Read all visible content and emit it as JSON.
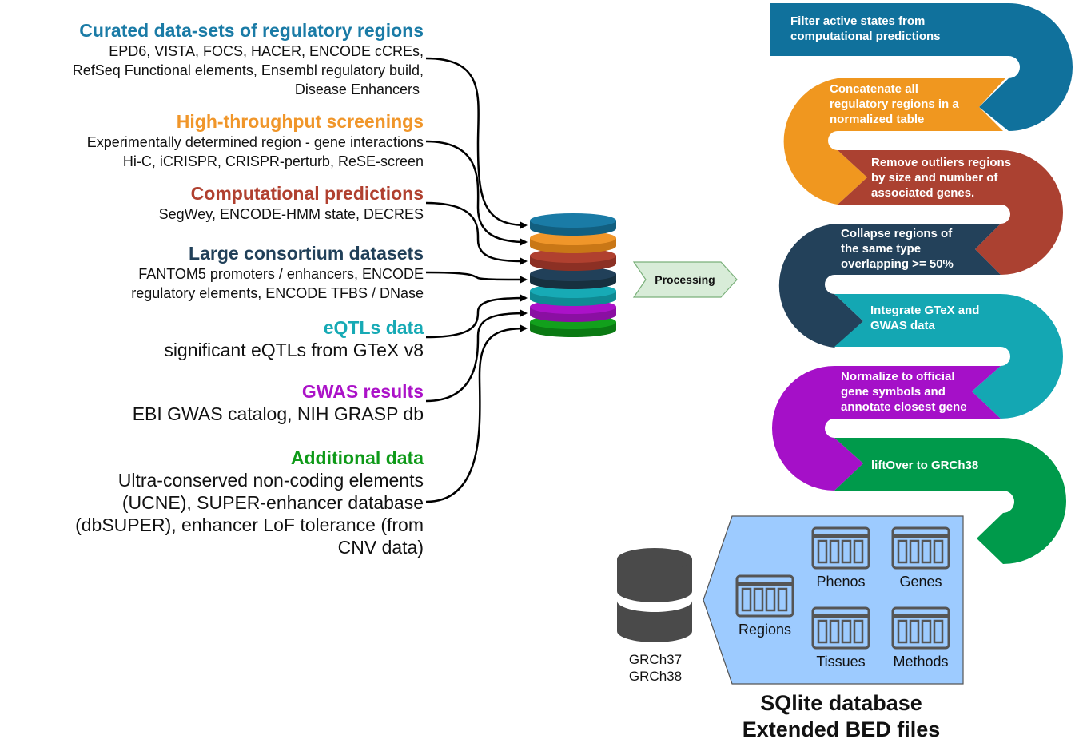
{
  "sources": [
    {
      "title": "Curated data-sets of regulatory regions",
      "color": "#1a7ba6",
      "lines": [
        "EPD6, VISTA, FOCS, HACER, ENCODE cCREs,",
        "RefSeq Functional elements, Ensembl regulatory build,",
        "Disease Enhancers "
      ]
    },
    {
      "title": "High-throughput screenings",
      "color": "#f0962a",
      "lines": [
        "Experimentally determined region - gene interactions",
        "Hi-C, iCRISPR, CRISPR-perturb, ReSE-screen"
      ]
    },
    {
      "title": "Computational predictions",
      "color": "#b0402f",
      "lines": [
        "SegWey, ENCODE-HMM state, DECRES"
      ]
    },
    {
      "title": "Large consortium datasets",
      "color": "#214059",
      "lines": [
        "FANTOM5 promoters / enhancers, ENCODE",
        "regulatory elements, ENCODE TFBS / DNase"
      ]
    },
    {
      "title": "eQTLs data",
      "color": "#17aab5",
      "lines": [
        "significant eQTLs from GTeX v8"
      ]
    },
    {
      "title": "GWAS results",
      "color": "#ab12c8",
      "lines": [
        "EBI GWAS catalog, NIH GRASP db"
      ]
    },
    {
      "title": "Additional data",
      "color": "#0e9a18",
      "lines": [
        "Ultra-conserved non-coding elements",
        "(UCNE), SUPER-enhancer database",
        "(dbSUPER), enhancer LoF tolerance (from",
        "CNV data)"
      ]
    }
  ],
  "processing_label": "Processing",
  "steps": [
    {
      "text": "Filter active states from computational predictions",
      "color": "#10719c"
    },
    {
      "text": "Concatenate all regulatory regions in a normalized table",
      "color": "#f0971f"
    },
    {
      "text": "Remove outliers regions by size and number of associated genes.",
      "color": "#ab4131"
    },
    {
      "text": "Collapse regions of the same type overlapping >= 50%",
      "color": "#23415a"
    },
    {
      "text": "Integrate GTeX and GWAS data",
      "color": "#14a7b3"
    },
    {
      "text": "Normalize to official gene symbols and annotate closest gene",
      "color": "#a510c8"
    },
    {
      "text": "liftOver to GRCh38",
      "color": "#009a4b"
    }
  ],
  "database_builds": [
    "GRCh37",
    "GRCh38"
  ],
  "tables": [
    "Regions",
    "Phenos",
    "Genes",
    "Tissues",
    "Methods"
  ],
  "output_title": [
    "SQlite database",
    "Extended BED files"
  ],
  "colors": {
    "processing_fill": "#d8ecd8",
    "processing_stroke": "#7ab07a",
    "panel_fill": "#9dcbff",
    "panel_stroke": "#555555",
    "icon": "#555555"
  }
}
